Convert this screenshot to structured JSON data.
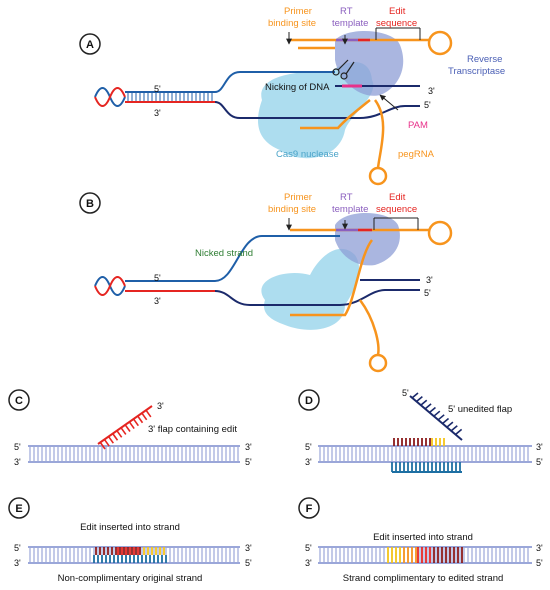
{
  "colors": {
    "orange": "#f7941d",
    "purple": "#8b5fbf",
    "red": "#e52521",
    "darkred": "#8b1a1a",
    "navy": "#1b2a6b",
    "blueDNA": "#1f5fa8",
    "magenta": "#e8318a",
    "green": "#2e7d32",
    "lavender": "#9ba7d9",
    "cas9": "#9fd7ec",
    "rt": "#8e9ed6",
    "yellow": "#f5c518",
    "teal": "#1d6fa3"
  },
  "panelA": {
    "letter": "A",
    "primer_binding_site": [
      "Primer",
      "binding site"
    ],
    "rt_template": [
      "RT",
      "template"
    ],
    "edit_sequence": [
      "Edit",
      "sequence"
    ],
    "reverse_transcriptase": [
      "Reverse",
      "Transcriptase"
    ],
    "nicking": "Nicking of DNA",
    "pam": "PAM",
    "cas9": "Cas9 nuclease",
    "pegrna": "pegRNA",
    "five_prime": "5'",
    "three_prime": "3'"
  },
  "panelB": {
    "letter": "B",
    "primer_binding_site": [
      "Primer",
      "binding site"
    ],
    "rt_template": [
      "RT",
      "template"
    ],
    "edit_sequence": [
      "Edit",
      "sequence"
    ],
    "nicked_strand": "Nicked strand",
    "five_prime": "5'",
    "three_prime": "3'"
  },
  "panelC": {
    "letter": "C",
    "flap_label": "3' flap containing edit",
    "five_prime": "5'",
    "three_prime": "3'"
  },
  "panelD": {
    "letter": "D",
    "flap_label": "5' unedited flap",
    "five_prime": "5'",
    "three_prime": "3'"
  },
  "panelE": {
    "letter": "E",
    "top_label": "Edit inserted into strand",
    "bottom_label": "Non-complimentary original strand",
    "five_prime": "5'",
    "three_prime": "3'"
  },
  "panelF": {
    "letter": "F",
    "top_label": "Edit inserted into strand",
    "bottom_label": "Strand complimentary to edited strand",
    "five_prime": "5'",
    "three_prime": "3'"
  }
}
